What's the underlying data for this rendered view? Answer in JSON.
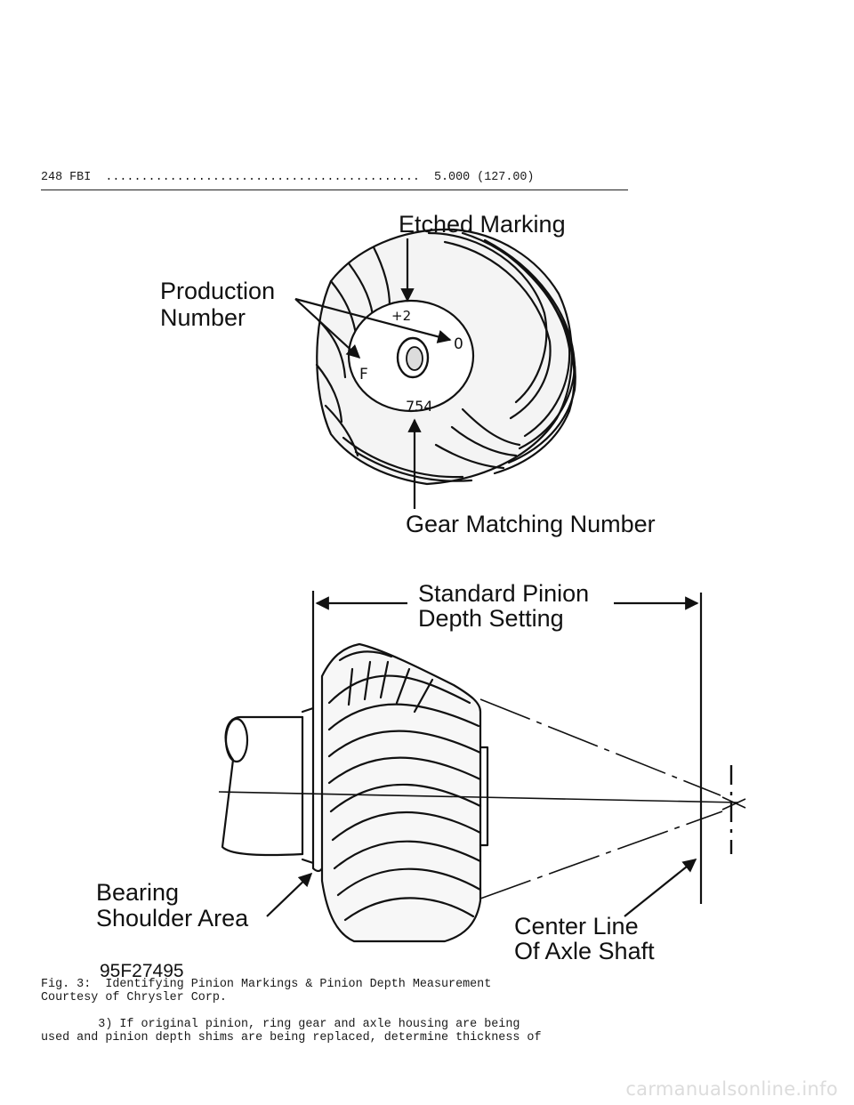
{
  "spec_row": "248 FBI  ............................................  5.000 (127.00)",
  "figure": {
    "labels": {
      "etched_marking": "Etched Marking",
      "production_1": "Production",
      "production_2": "Number",
      "gear_matching": "Gear Matching Number",
      "standard_1": "Standard Pinion",
      "standard_2": "Depth Setting",
      "bearing_1": "Bearing",
      "bearing_2": "Shoulder Area",
      "center_1": "Center Line",
      "center_2": "Of Axle Shaft",
      "figure_id": "95F27495"
    },
    "gear_marks": {
      "plus2": "+2",
      "zero": "0",
      "f": "F",
      "num": "754"
    }
  },
  "caption": "Fig. 3:  Identifying Pinion Markings & Pinion Depth Measurement",
  "credit": "Courtesy of Chrysler Corp.",
  "body_text": [
    "        3) If original pinion, ring gear and axle housing are being",
    "used and pinion depth shims are being replaced, determine thickness of"
  ],
  "watermark": "carmanualsonline.info"
}
